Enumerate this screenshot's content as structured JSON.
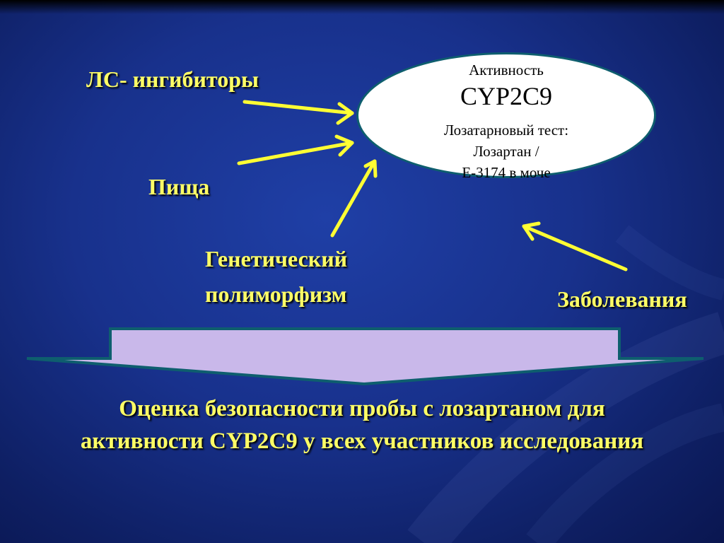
{
  "ellipse": {
    "line1": "Активность",
    "line2": "CYP2C9",
    "line3": "Лозатарновый тест:",
    "line4": "Лозартан /",
    "line5": "Е-3174 в моче"
  },
  "factors": {
    "inhibitors": "ЛС- ингибиторы",
    "food": "Пища",
    "genetic_line1": "Генетический",
    "genetic_line2": "полиморфизм",
    "diseases": "Заболевания"
  },
  "conclusion": {
    "line1": "Оценка безопасности пробы с лозартаном для",
    "line2": "активности CYP2C9 у всех участников исследования"
  },
  "colors": {
    "background": "#18318c",
    "label_text": "#ffff66",
    "arrow": "#ffff33",
    "big_arrow_fill": "#c9b8ea",
    "big_arrow_stroke": "#0e5e6e"
  }
}
